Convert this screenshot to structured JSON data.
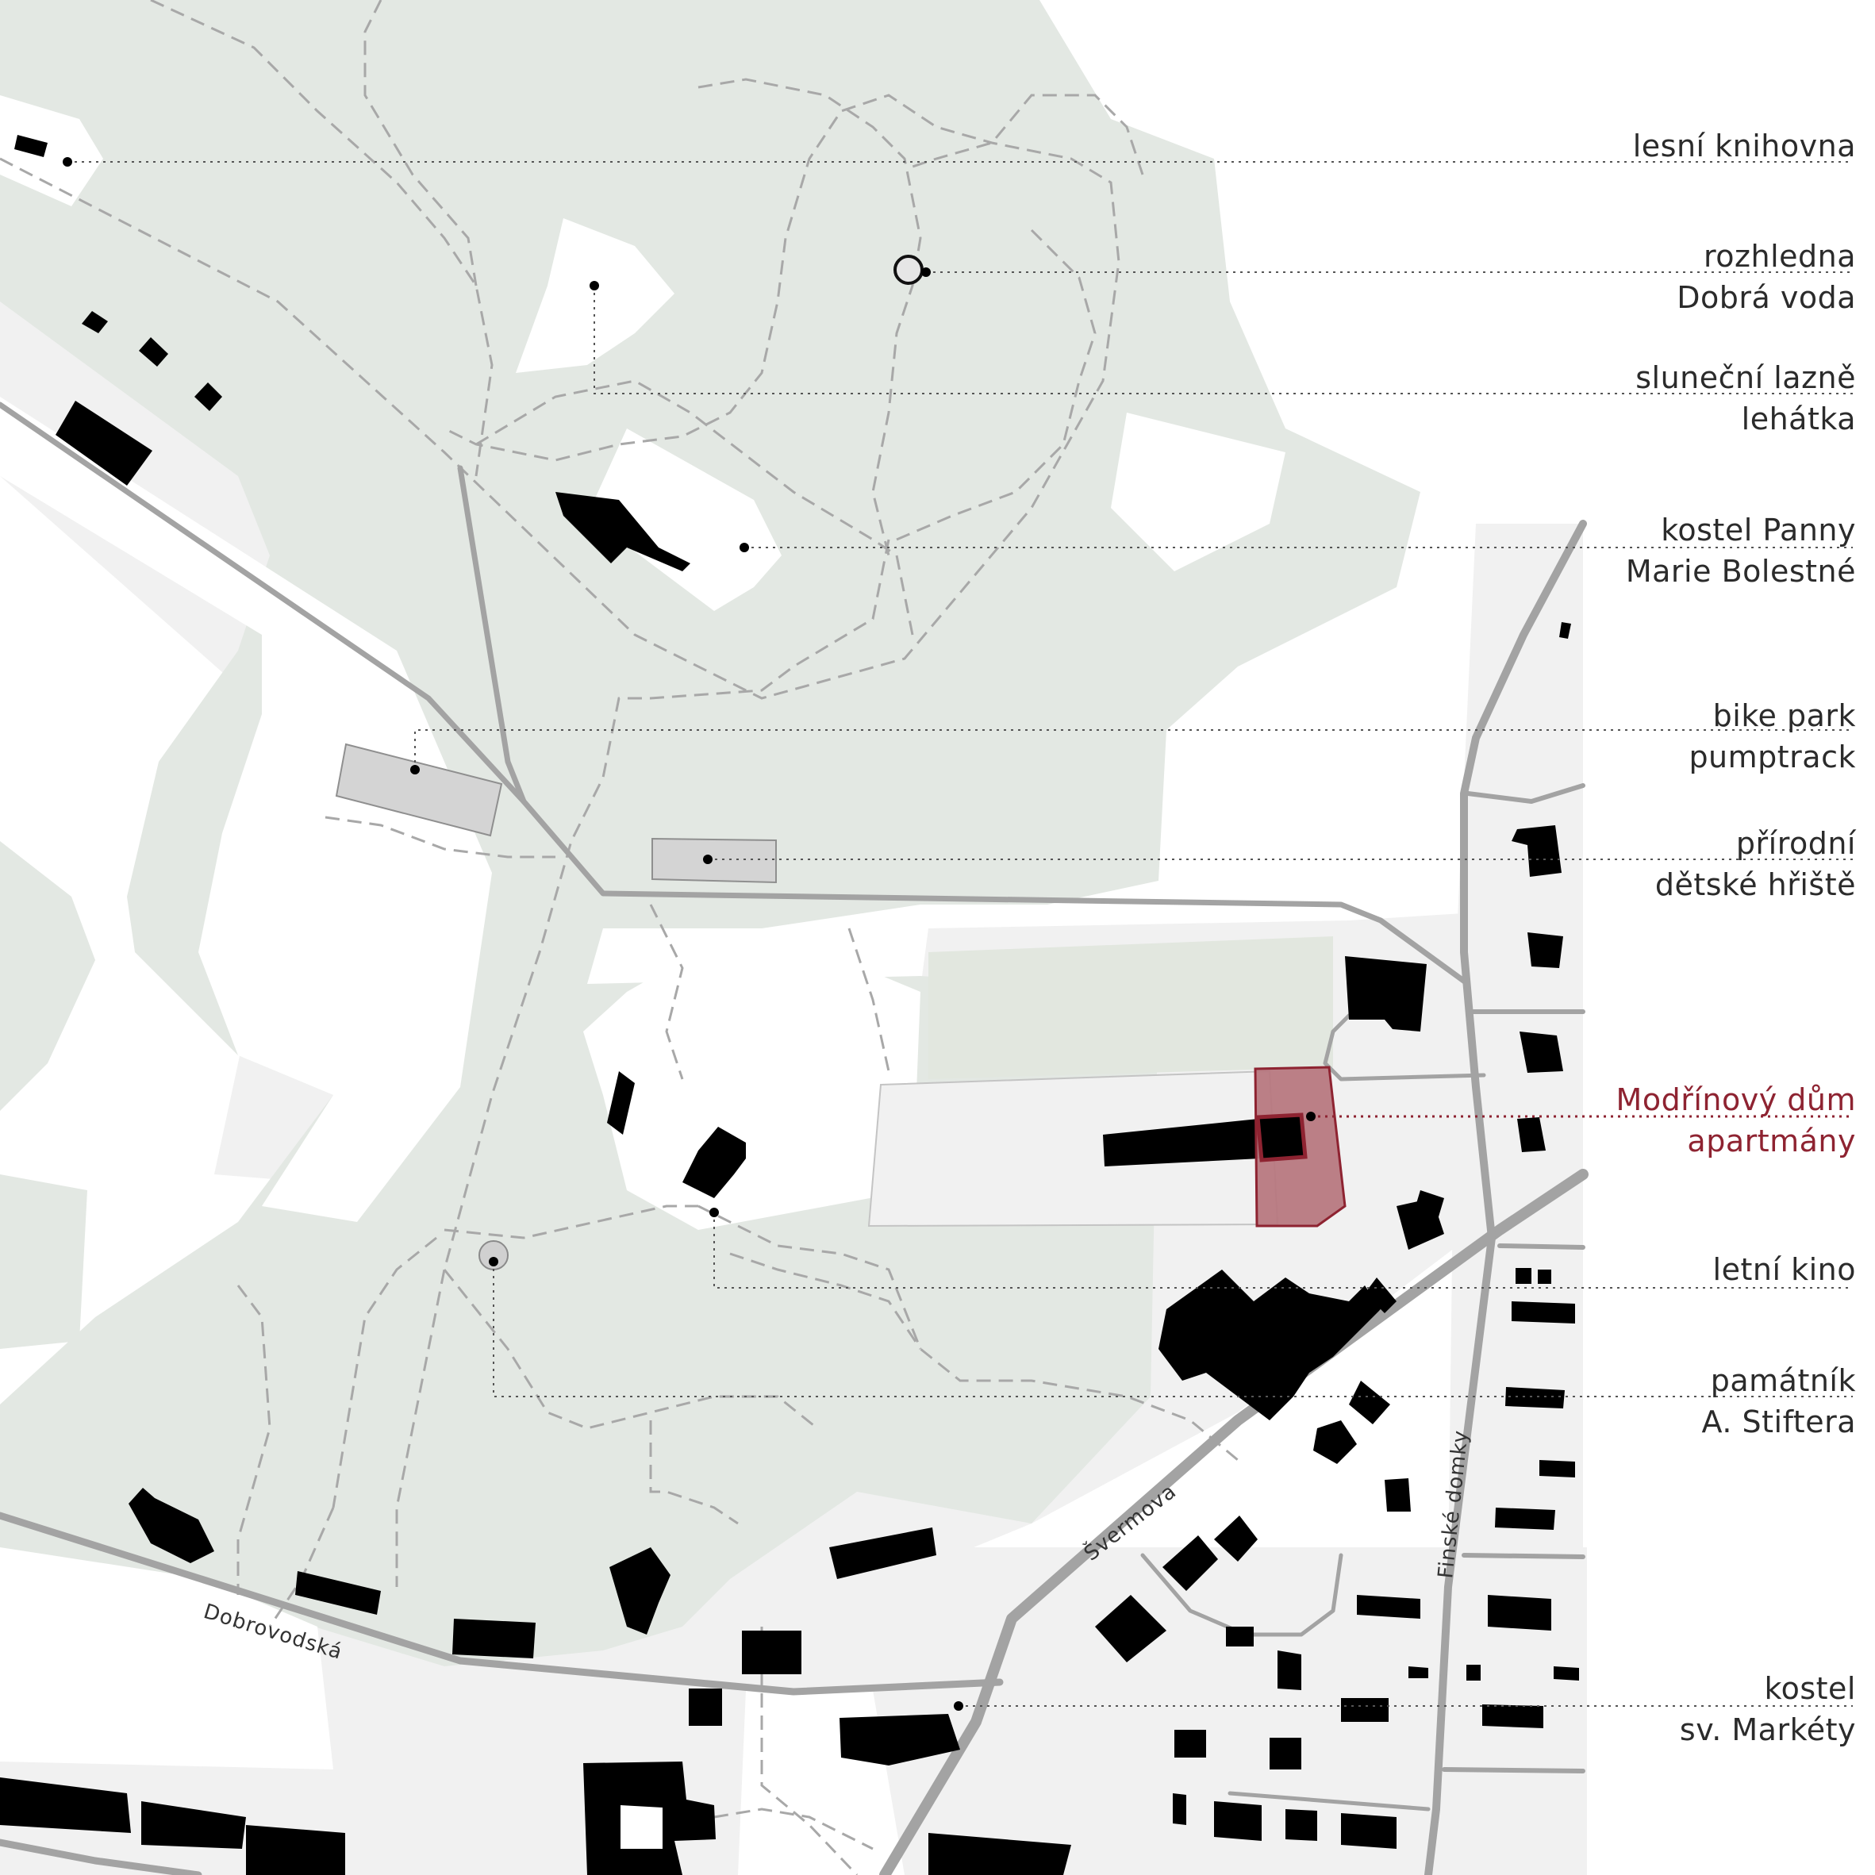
{
  "colors": {
    "forest": "#e3e8e3",
    "urban": "#f1f1f1",
    "meadow": "#e2e7df",
    "building": "#000000",
    "road": "#a3a3a3",
    "path": "#a8a8a8",
    "leader": "#555555",
    "highlight": "#8e2331",
    "highlight_fill": "#b77880"
  },
  "labels": {
    "lesni": {
      "line1": "lesní knihovna"
    },
    "rozhledna": {
      "line1": "rozhledna",
      "line2": "Dobrá voda"
    },
    "lazne": {
      "line1": "sluneční lazně",
      "line2": "lehátka"
    },
    "kostel_pm": {
      "line1": "kostel Panny",
      "line2": "Marie Bolestné"
    },
    "bike": {
      "line1": "bike park",
      "line2": "pumptrack"
    },
    "hriste": {
      "line1": "přírodní",
      "line2": "dětské hřiště"
    },
    "modrin": {
      "line1": "Modřínový dům",
      "line2": "apartmány"
    },
    "kino": {
      "line1": "letní kino"
    },
    "pamatnik": {
      "line1": "památník",
      "line2": "A. Stiftera"
    },
    "kostel_sm": {
      "line1": "kostel",
      "line2": "sv. Markéty"
    }
  },
  "streets": {
    "dobrovodska": "Dobrovodská",
    "svermova": "Švermova",
    "finske": "Finské domky"
  }
}
